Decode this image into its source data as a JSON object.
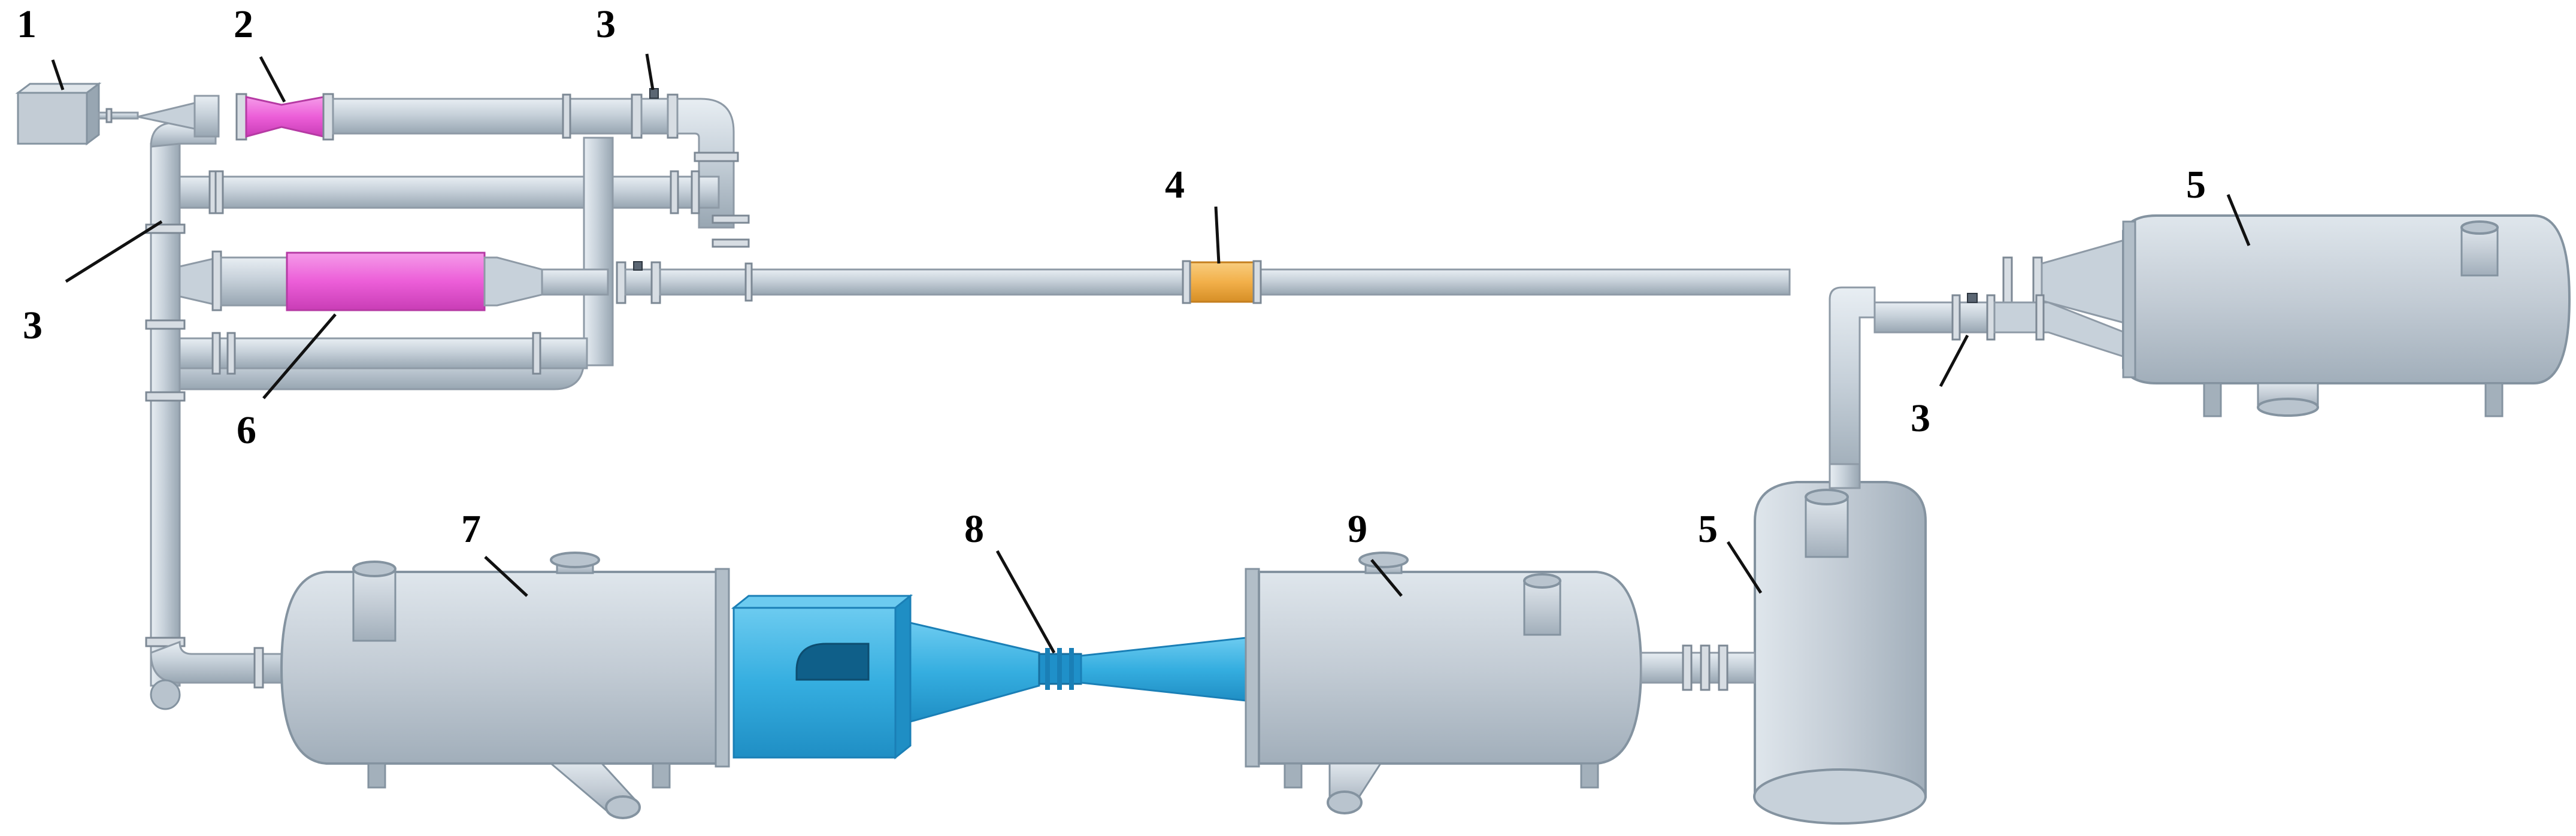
{
  "labels": {
    "l1": "1",
    "l2": "2",
    "l3a": "3",
    "l3b": "3",
    "l3c": "3",
    "l4": "4",
    "l5a": "5",
    "l5b": "5",
    "l6": "6",
    "l7": "7",
    "l8": "8",
    "l9": "9"
  },
  "colors": {
    "pipe": "#c9d3dc",
    "magenta": "#ec5ed8",
    "orange": "#f2b04a",
    "blue": "#35aee0"
  }
}
